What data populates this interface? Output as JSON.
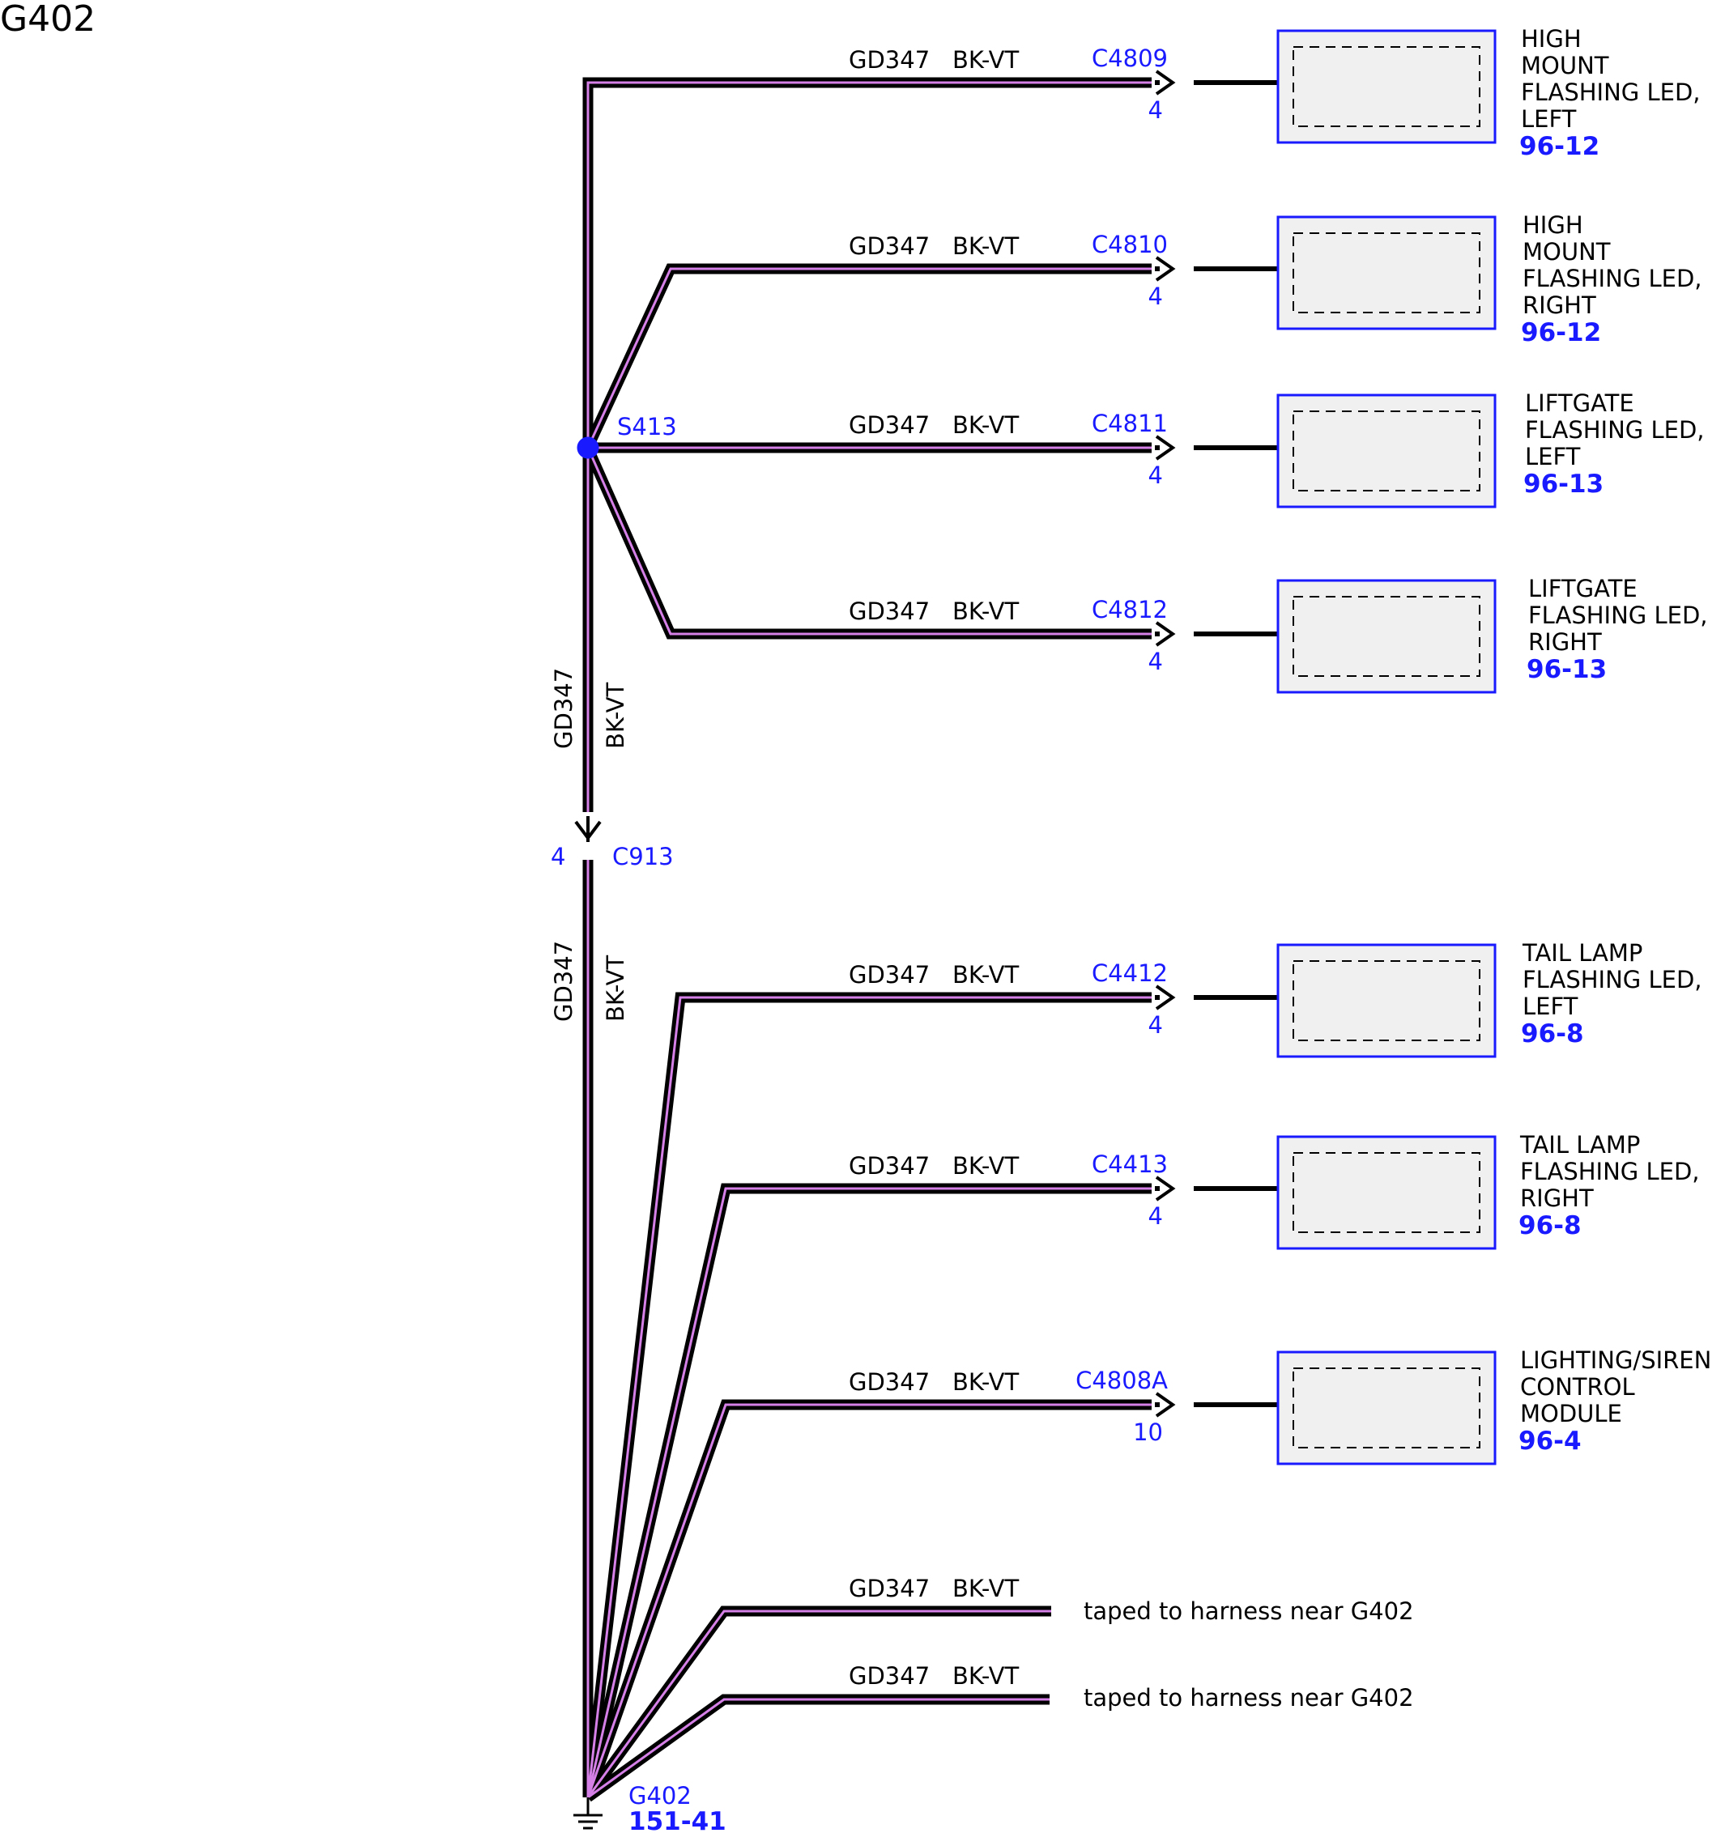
{
  "page_title": "G402",
  "splice": {
    "id": "S413",
    "color": "#1a1aff"
  },
  "trunk_upper": {
    "circuit": "GD347",
    "color": "BK-VT"
  },
  "inline_connector": {
    "id": "C913",
    "pin": "4"
  },
  "trunk_lower": {
    "circuit": "GD347",
    "color": "BK-VT"
  },
  "ground": {
    "id": "G402",
    "page": "151-41"
  },
  "branches": [
    {
      "circuit": "GD347",
      "color": "BK-VT",
      "connector": "C4809",
      "pin": "4",
      "component": [
        "HIGH",
        "MOUNT",
        "FLASHING LED,",
        "LEFT"
      ],
      "page": "96-12"
    },
    {
      "circuit": "GD347",
      "color": "BK-VT",
      "connector": "C4810",
      "pin": "4",
      "component": [
        "HIGH",
        "MOUNT",
        "FLASHING LED,",
        "RIGHT"
      ],
      "page": "96-12"
    },
    {
      "circuit": "GD347",
      "color": "BK-VT",
      "connector": "C4811",
      "pin": "4",
      "component": [
        "LIFTGATE",
        "FLASHING LED,",
        "LEFT"
      ],
      "page": "96-13"
    },
    {
      "circuit": "GD347",
      "color": "BK-VT",
      "connector": "C4812",
      "pin": "4",
      "component": [
        "LIFTGATE",
        "FLASHING LED,",
        "RIGHT"
      ],
      "page": "96-13"
    },
    {
      "circuit": "GD347",
      "color": "BK-VT",
      "connector": "C4412",
      "pin": "4",
      "component": [
        "TAIL LAMP",
        "FLASHING LED,",
        "LEFT"
      ],
      "page": "96-8"
    },
    {
      "circuit": "GD347",
      "color": "BK-VT",
      "connector": "C4413",
      "pin": "4",
      "component": [
        "TAIL LAMP",
        "FLASHING LED,",
        "RIGHT"
      ],
      "page": "96-8"
    },
    {
      "circuit": "GD347",
      "color": "BK-VT",
      "connector": "C4808A",
      "pin": "10",
      "component": [
        "LIGHTING/SIREN",
        "CONTROL",
        "MODULE"
      ],
      "page": "96-4"
    }
  ],
  "taped": [
    {
      "circuit": "GD347",
      "color": "BK-VT",
      "note": "taped to harness near G402"
    },
    {
      "circuit": "GD347",
      "color": "BK-VT",
      "note": "taped to harness near G402"
    }
  ]
}
